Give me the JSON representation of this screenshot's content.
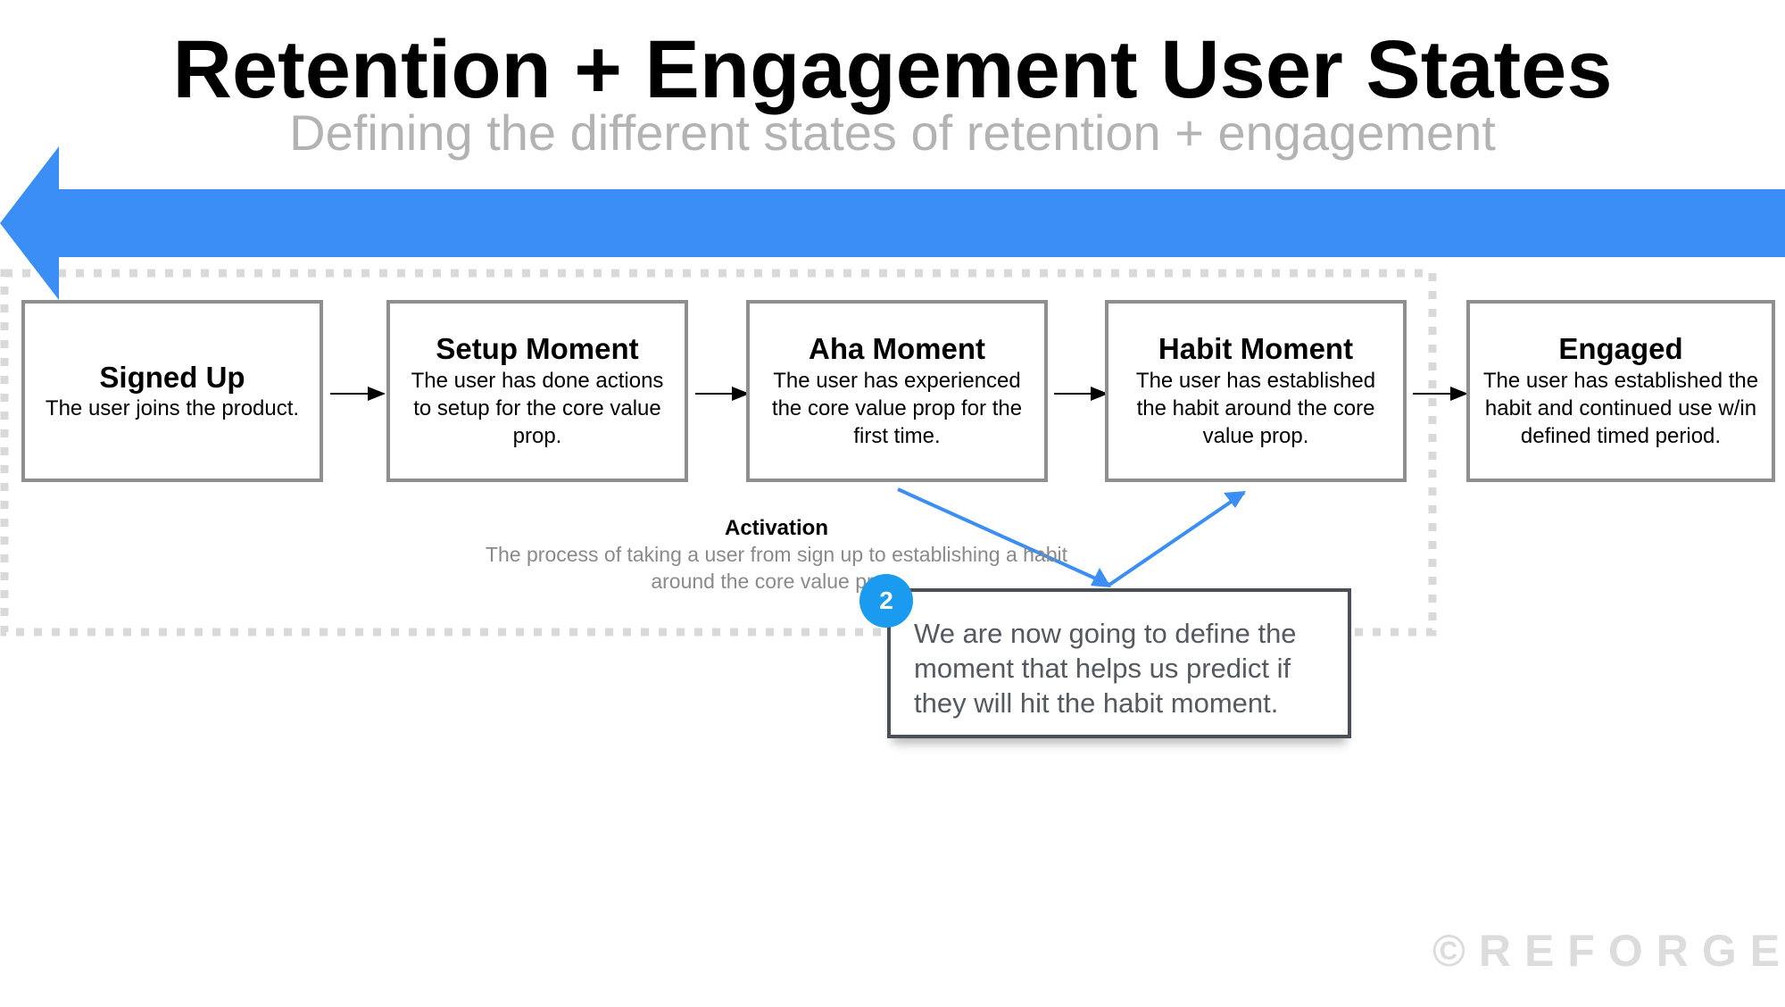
{
  "title": "Retention + Engagement User States",
  "subtitle": "Defining the different states of retention + engagement",
  "colors": {
    "arrow": "#3a8ef6",
    "box_border": "#8f8f8f",
    "dotted_border": "#d9d9d9",
    "badge": "#1a9bf0",
    "callout_border": "#4a4f58",
    "callout_text": "#555a60",
    "logo": "#dcdcdc"
  },
  "states": [
    {
      "title": "Signed Up",
      "desc": "The user joins the product."
    },
    {
      "title": "Setup Moment",
      "desc": "The user has done actions to setup for the core value prop."
    },
    {
      "title": "Aha Moment",
      "desc": "The user has experienced the core value prop for the first time."
    },
    {
      "title": "Habit Moment",
      "desc": "The user has established the habit around the core value prop."
    },
    {
      "title": "Engaged",
      "desc": "The user has established the habit and continued use w/in defined timed period."
    }
  ],
  "activation": {
    "title": "Activation",
    "desc": "The process of taking a user from sign up to establishing a habit around the core value prop."
  },
  "callout": {
    "badge": "2",
    "text": "We are now going to define the moment that helps us predict if they will hit the habit moment."
  },
  "logo": "©REFORGE"
}
